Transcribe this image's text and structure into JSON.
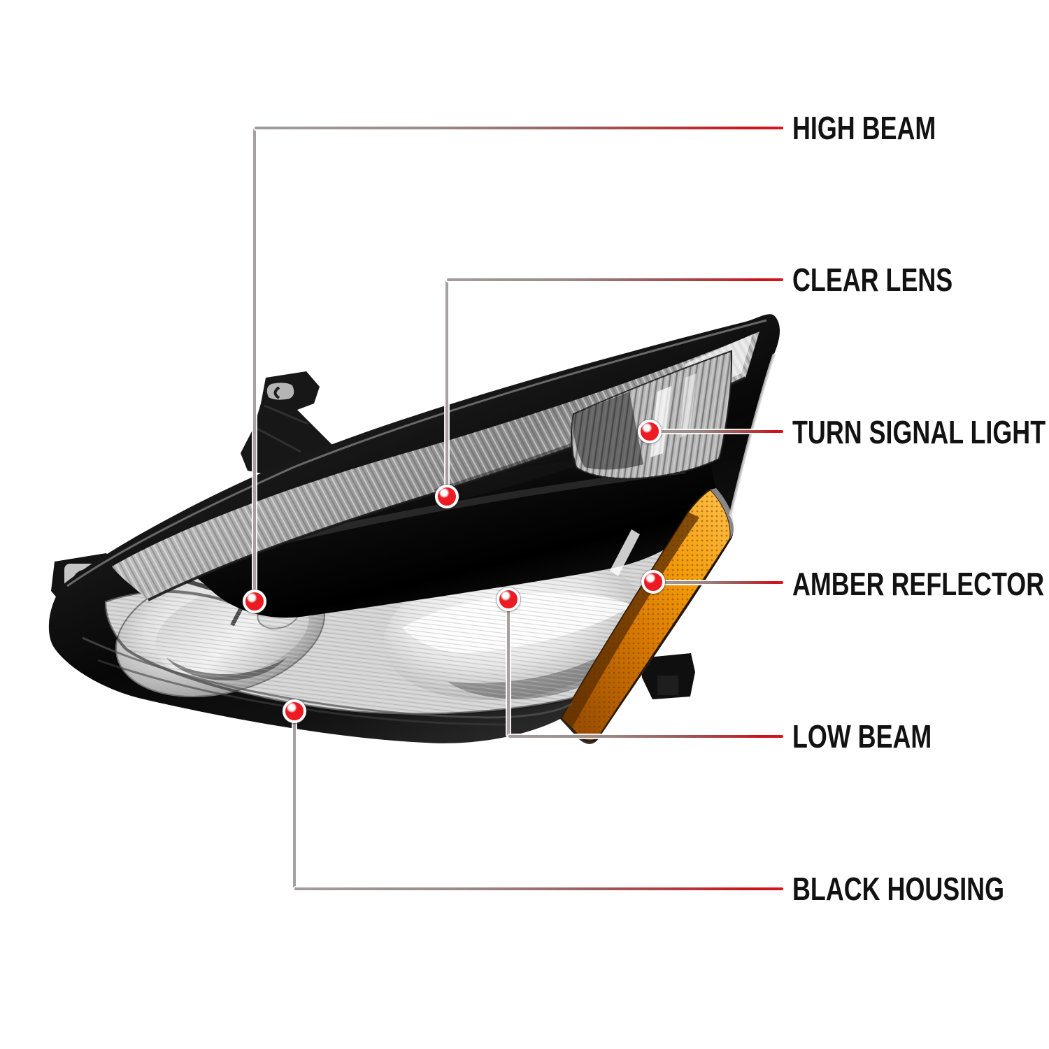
{
  "figure": {
    "type": "annotated-product-diagram",
    "background": "#ffffff",
    "accent_red": "#d6161d",
    "leader_gray": "#a29d9c",
    "label_color": "#121212",
    "marker": {
      "fill": "#ec1b23",
      "ring": "#ffffff"
    },
    "product_colors": {
      "housing": "#0d0d0d",
      "amber_reflector": "#f29a07",
      "chrome": "#e7e7e7"
    },
    "callouts": [
      {
        "label": "HIGH BEAM"
      },
      {
        "label": "CLEAR LENS"
      },
      {
        "label": "TURN SIGNAL LIGHT"
      },
      {
        "label": "AMBER REFLECTOR"
      },
      {
        "label": "LOW BEAM"
      },
      {
        "label": "BLACK HOUSING"
      }
    ]
  }
}
